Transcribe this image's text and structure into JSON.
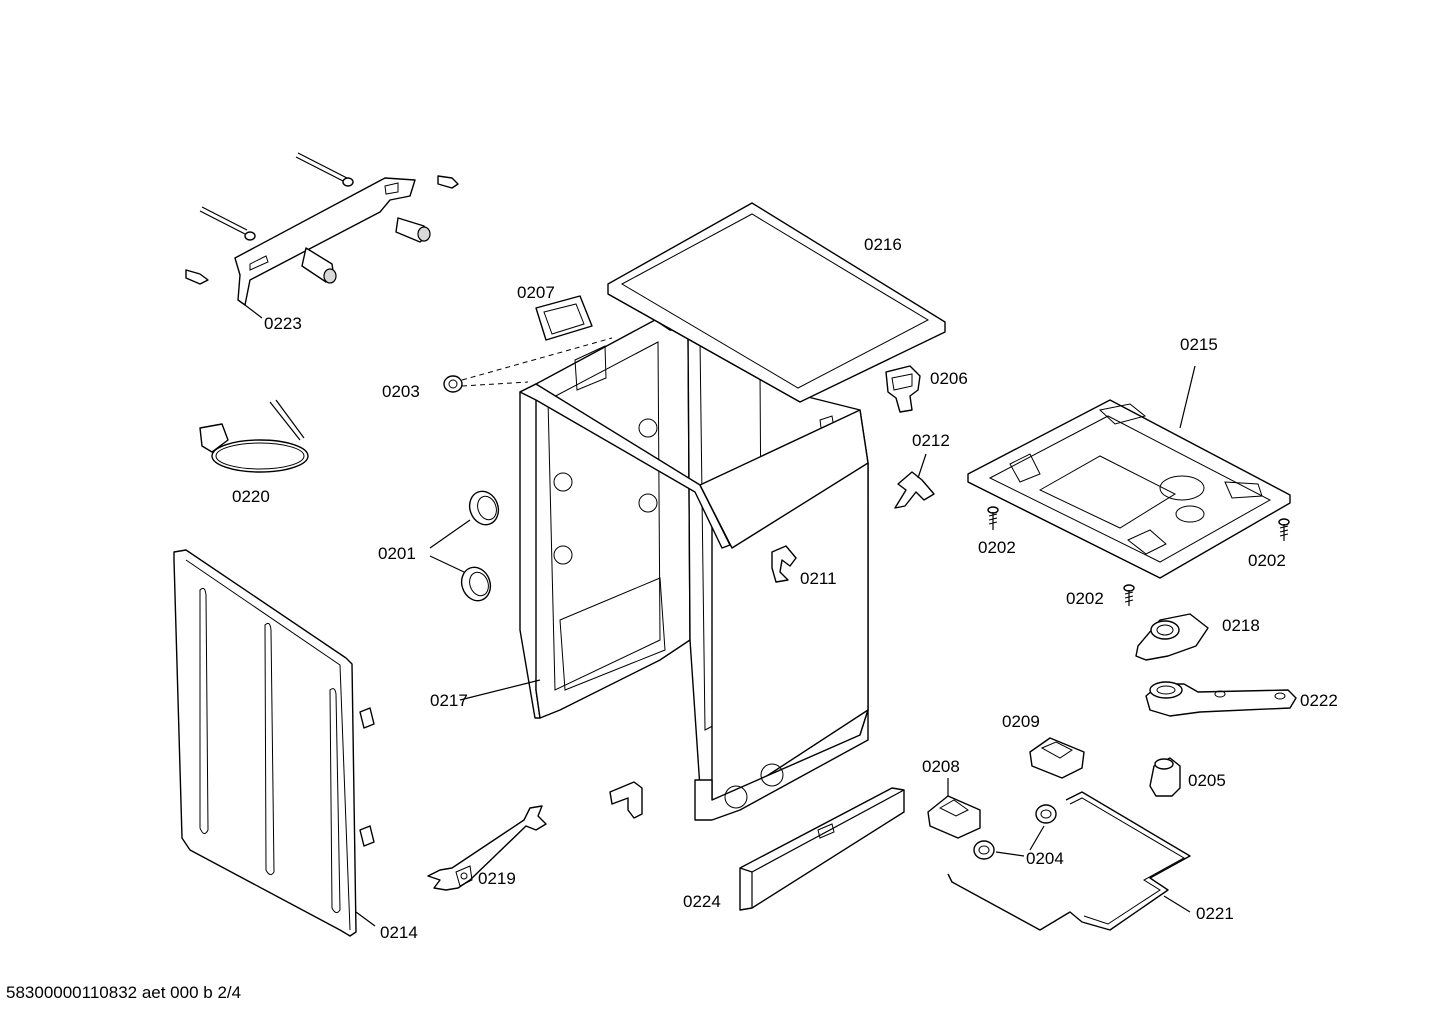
{
  "diagram": {
    "labels": {
      "p0223": "0223",
      "p0216": "0216",
      "p0207": "0207",
      "p0215": "0215",
      "p0203": "0203",
      "p0206": "0206",
      "p0212": "0212",
      "p0220": "0220",
      "p0202a": "0202",
      "p0202b": "0202",
      "p0202c": "0202",
      "p0201": "0201",
      "p0211": "0211",
      "p0218": "0218",
      "p0217": "0217",
      "p0222": "0222",
      "p0209": "0209",
      "p0208": "0208",
      "p0205": "0205",
      "p0204": "0204",
      "p0219": "0219",
      "p0224": "0224",
      "p0221": "0221",
      "p0214": "0214"
    },
    "footer": "58300000110832 aet 000 b 2/4"
  }
}
